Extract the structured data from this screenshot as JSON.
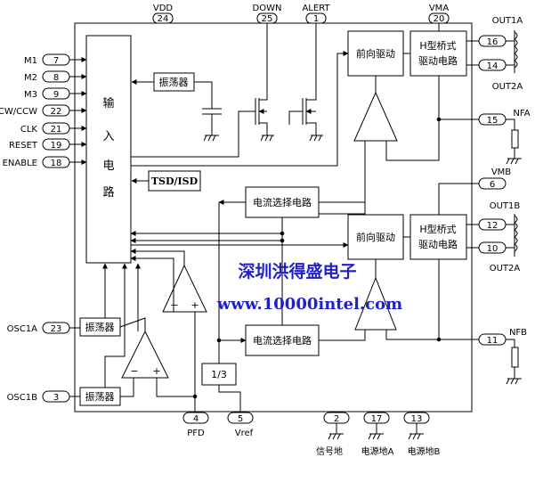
{
  "pins": {
    "vdd": {
      "name": "VDD",
      "num": "24"
    },
    "down": {
      "name": "DOWN",
      "num": "25"
    },
    "alert": {
      "name": "ALERT",
      "num": "1"
    },
    "vma": {
      "name": "VMA",
      "num": "20"
    },
    "out1a": {
      "name": "OUT1A",
      "num": "16"
    },
    "out2a_top": {
      "name": "OUT2A",
      "num": "14"
    },
    "nfa": {
      "name": "NFA",
      "num": "15"
    },
    "vmb": {
      "name": "VMB",
      "num": "6"
    },
    "out1b": {
      "name": "OUT1B",
      "num": "12"
    },
    "out2a_bot": {
      "name": "OUT2A",
      "num": "10"
    },
    "nfb": {
      "name": "NFB",
      "num": "11"
    },
    "m1": {
      "name": "M1",
      "num": "7"
    },
    "m2": {
      "name": "M2",
      "num": "8"
    },
    "m3": {
      "name": "M3",
      "num": "9"
    },
    "cwccw": {
      "name": "CW/CCW",
      "num": "22"
    },
    "clk": {
      "name": "CLK",
      "num": "21"
    },
    "reset": {
      "name": "RESET",
      "num": "19"
    },
    "enable": {
      "name": "ENABLE",
      "num": "18"
    },
    "osc1a": {
      "name": "OSC1A",
      "num": "23"
    },
    "osc1b": {
      "name": "OSC1B",
      "num": "3"
    },
    "pfd": {
      "name": "PFD",
      "num": "4"
    },
    "vref": {
      "name": "Vref",
      "num": "5"
    },
    "gnd_sig": {
      "name": "信号地",
      "num": "2"
    },
    "gnd_pa": {
      "name": "电源地A",
      "num": "17"
    },
    "gnd_pb": {
      "name": "电源地B",
      "num": "13"
    }
  },
  "blocks": {
    "input_circuit": [
      "输",
      "入",
      "电",
      "路"
    ],
    "osc_top": "振荡器",
    "osc_mid": "振荡器",
    "osc_bot": "振荡器",
    "tsd": "TSD/ISD",
    "pre_drive_a": "前向驱动",
    "pre_drive_b": "前向驱动",
    "bridge_a": [
      "H型桥式",
      "驱动电路"
    ],
    "bridge_b": [
      "H型桥式",
      "驱动电路"
    ],
    "cur_sel_a": "电流选择电路",
    "cur_sel_b": "电流选择电路",
    "divider": "1/3",
    "comp_plus": "+",
    "comp_minus": "−"
  },
  "watermark": {
    "line1": "深圳洪得盛电子",
    "line2": "www.10000intel.com"
  },
  "colors": {
    "line": "#000000",
    "watermark": "#2020c8"
  }
}
